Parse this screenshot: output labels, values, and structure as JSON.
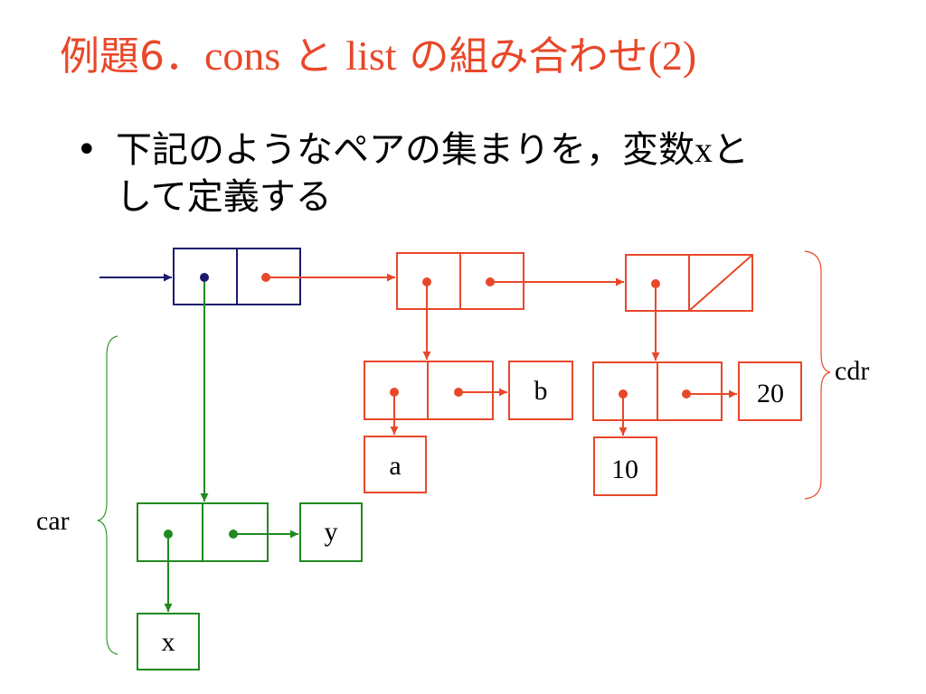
{
  "title": {
    "prefix": "例題6．",
    "word1": "cons",
    "particle": " と ",
    "word2": "list",
    "middle": " の組み合わせ",
    "suffix": "(2)"
  },
  "bullet": {
    "marker": "•",
    "line1_prefix": "下記のようなペアの集まりを，変数",
    "line1_var": "x",
    "line1_suffix": "と",
    "line2": "して定義する"
  },
  "diagram": {
    "atoms": {
      "b": "b",
      "a": "a",
      "twenty": "20",
      "ten": "10",
      "y": "y",
      "x": "x"
    },
    "brace_labels": {
      "cdr": "cdr",
      "car": "car"
    },
    "colors": {
      "navy": "#1a1a6e",
      "red": "#e8482a",
      "green": "#1f8a1f",
      "brace_red": "#e8482a",
      "brace_green": "#2f9a2f",
      "text": "#000000",
      "title": "#e8482a"
    }
  }
}
